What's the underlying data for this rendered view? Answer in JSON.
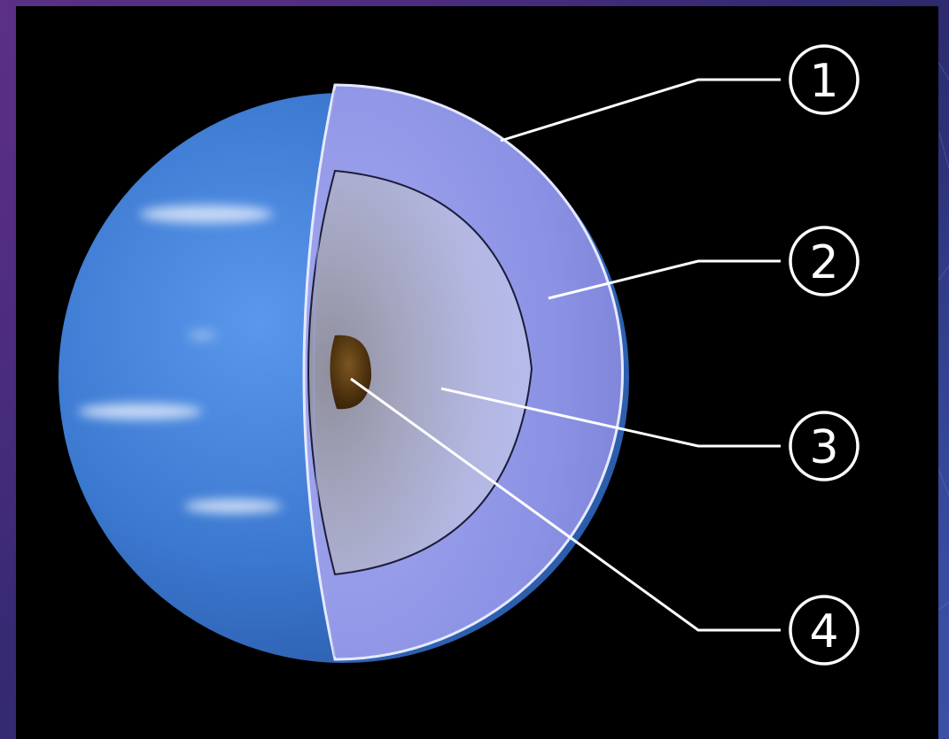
{
  "diagram": {
    "callouts": [
      {
        "number": "1"
      },
      {
        "number": "2"
      },
      {
        "number": "3"
      },
      {
        "number": "4"
      }
    ]
  },
  "colors": {
    "background_black": "#000000",
    "planet_blue": "#3f7fd6",
    "outer_layer": "#8d93e6",
    "mantle": "#aab0dd",
    "core": "#5a3a14",
    "slide_background": "#2e2a6e"
  }
}
